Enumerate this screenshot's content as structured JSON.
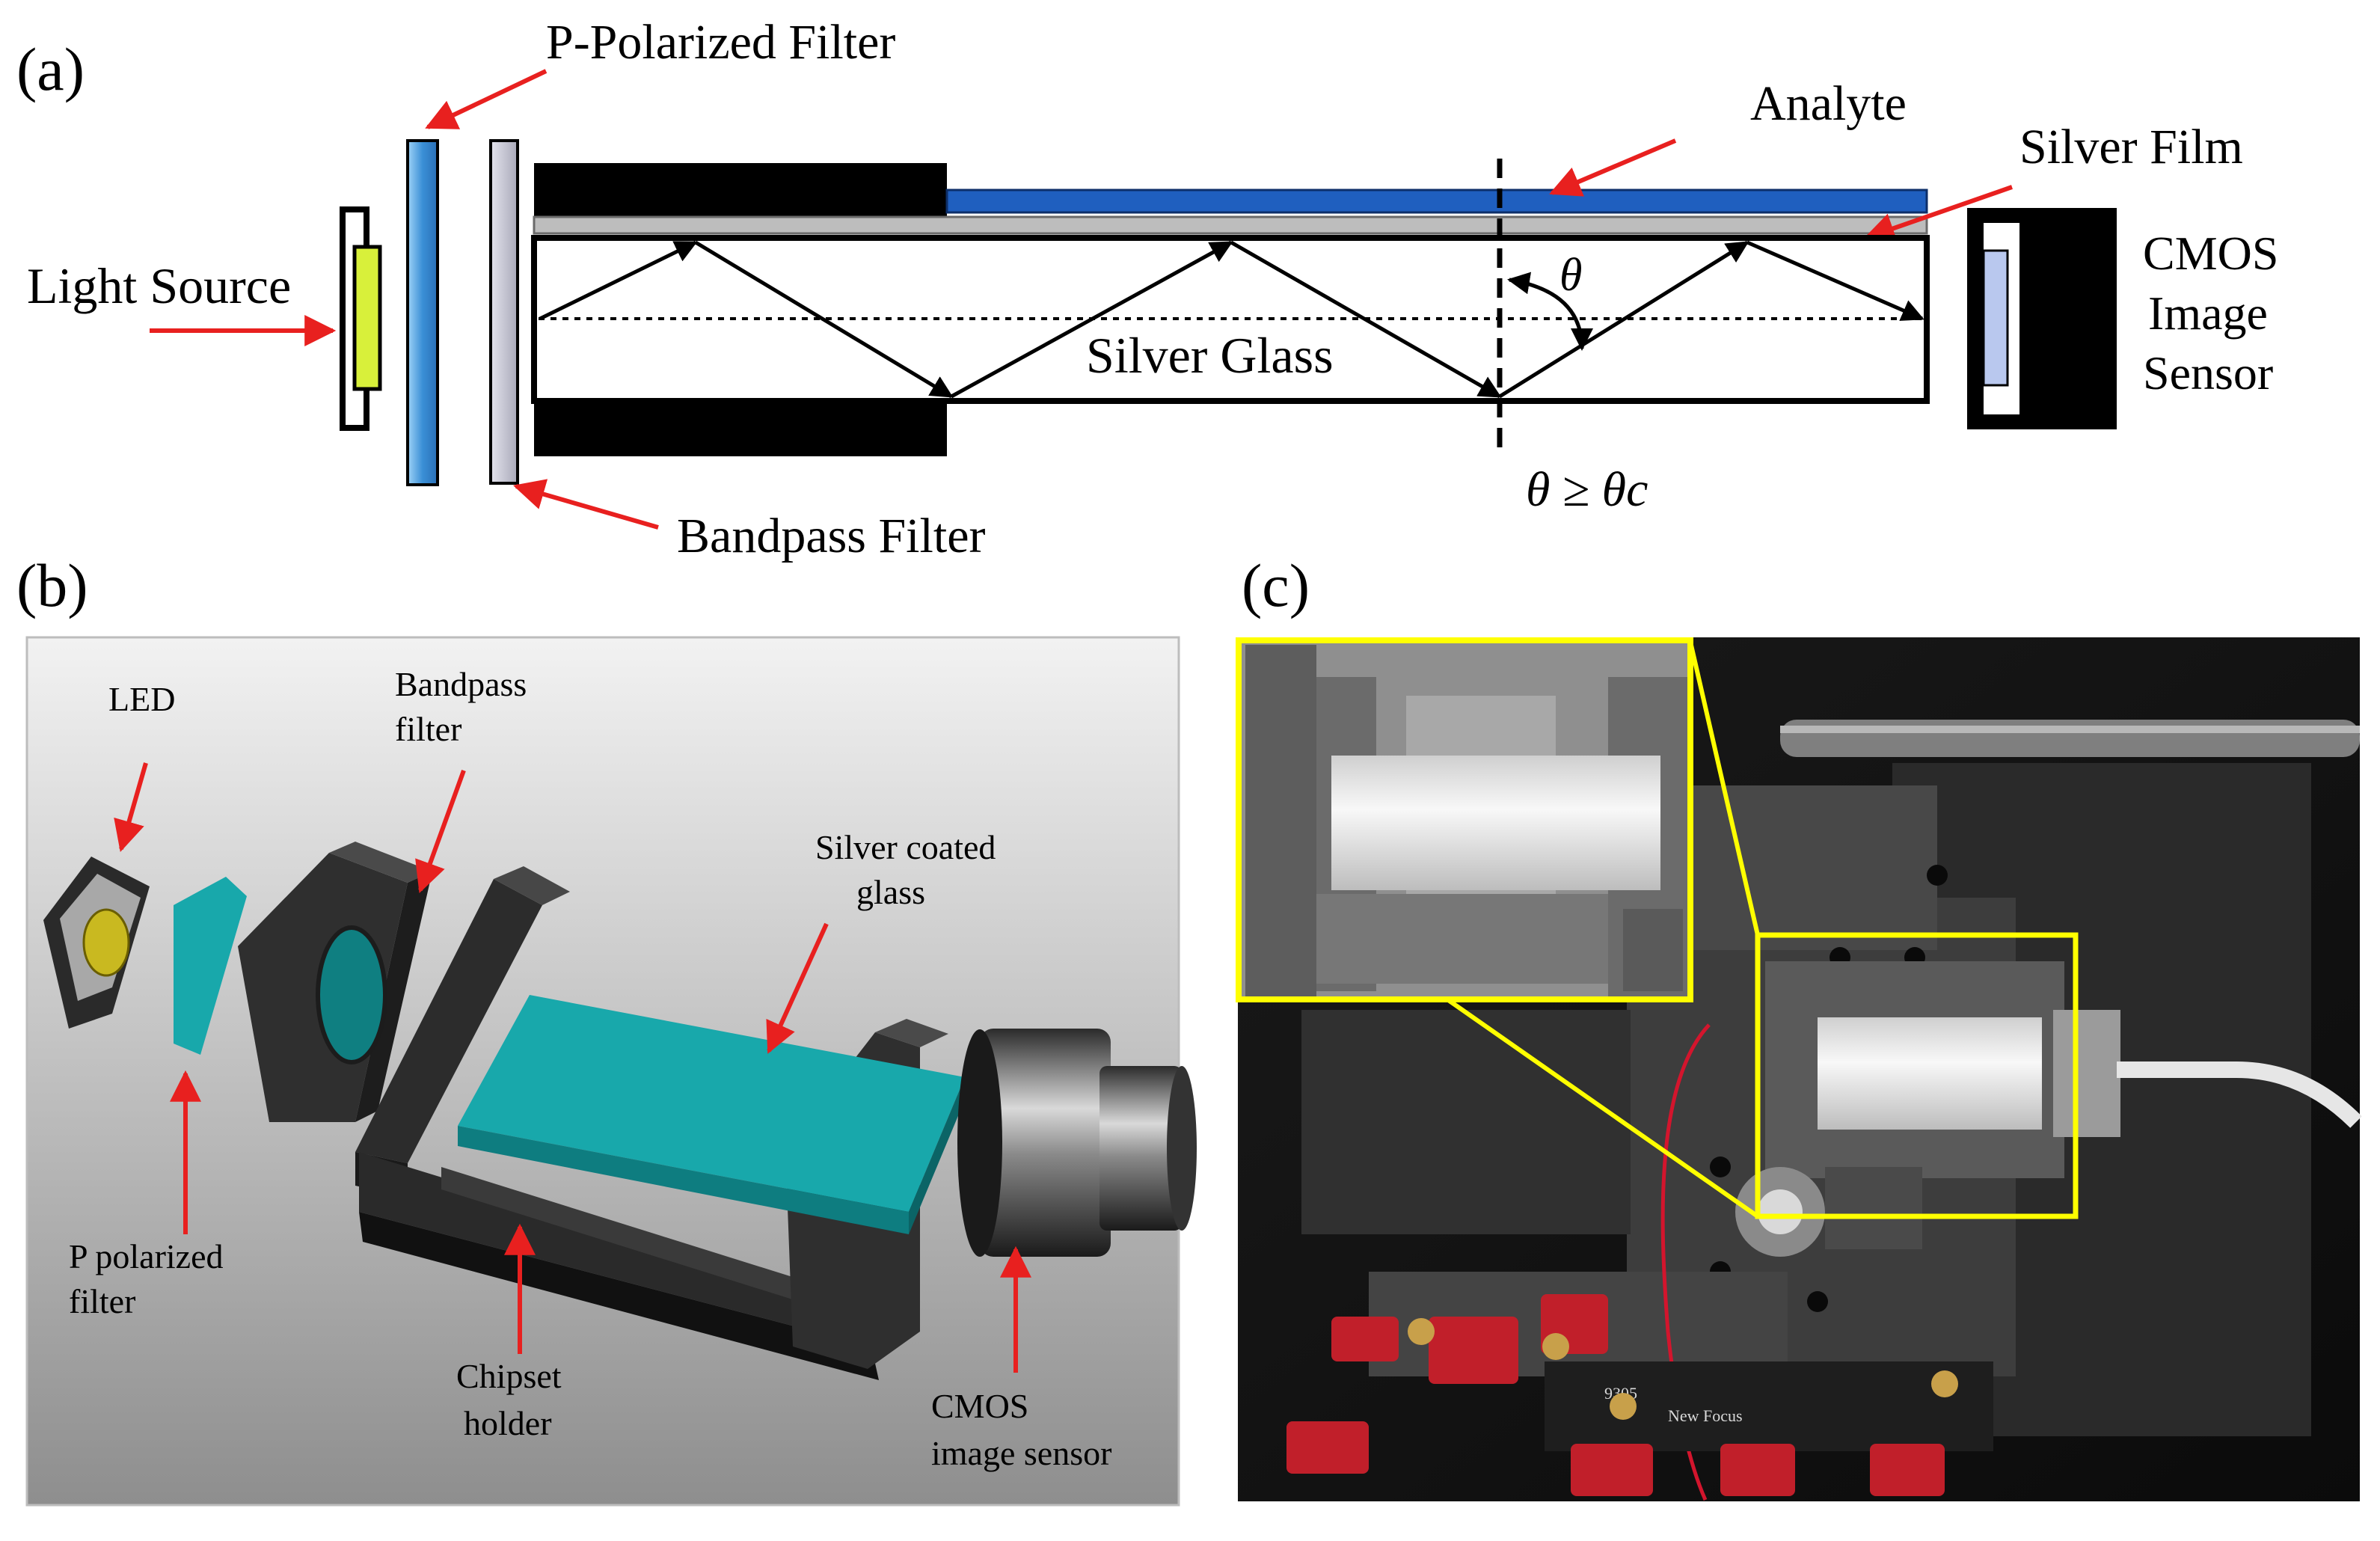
{
  "panel_a": {
    "label": "(a)",
    "p_polarized_filter": "P-Polarized Filter",
    "bandpass_filter": "Bandpass Filter",
    "light_source": "Light Source",
    "analyte": "Analyte",
    "silver_film": "Silver Film",
    "cmos_line1": "CMOS",
    "cmos_line2": "Image",
    "cmos_line3": "Sensor",
    "silver_glass": "Silver Glass",
    "theta": "θ",
    "critical_angle": "θ ≥ θc"
  },
  "panel_b": {
    "label": "(b)",
    "led": "LED",
    "bandpass_line1": "Bandpass",
    "bandpass_line2": "filter",
    "silver_line1": "Silver coated",
    "silver_line2": "glass",
    "ppol_line1": "P polarized",
    "ppol_line2": "filter",
    "chipset_line1": "Chipset",
    "chipset_line2": "holder",
    "cmos_line1": "CMOS",
    "cmos_line2": "image sensor"
  },
  "panel_c": {
    "label": "(c)",
    "plate_line1": "New Focus",
    "plate_line2": "9305"
  },
  "colors": {
    "arrow": "#e8201f",
    "analyte_blue": "#1f5fbf",
    "led_green": "#d8f03a",
    "filter_blue": "#4fa6e6",
    "teal_glass": "#14a6a8",
    "highlight_yellow": "#ffff00"
  }
}
